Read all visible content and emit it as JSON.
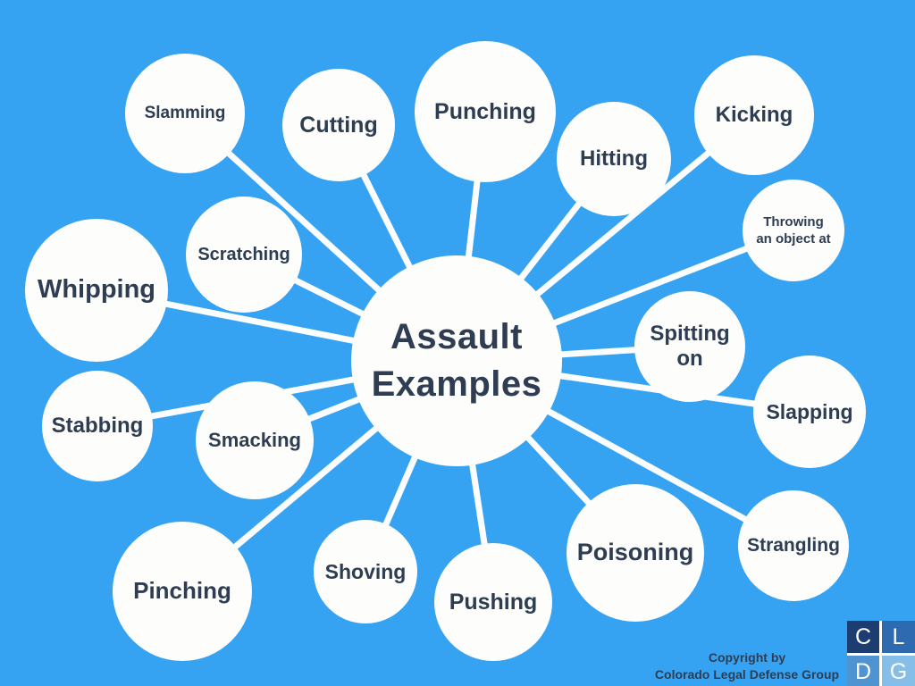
{
  "title": "Assault Examples",
  "colors": {
    "bg": "#36a3f2",
    "bubble": "#fdfdfc",
    "text": "#2e3d51",
    "line": "#fbfdfe",
    "logo_c": "#1d3d70",
    "logo_l": "#2d6ab0",
    "logo_d": "#4f93d0",
    "logo_g": "#85bfe9"
  },
  "center": {
    "label": "Assault Examples"
  },
  "nodes": [
    {
      "label": "Slamming"
    },
    {
      "label": "Cutting"
    },
    {
      "label": "Punching"
    },
    {
      "label": "Hitting"
    },
    {
      "label": "Kicking"
    },
    {
      "label": "Throwing an object at"
    },
    {
      "label": "Spitting on"
    },
    {
      "label": "Slapping"
    },
    {
      "label": "Strangling"
    },
    {
      "label": "Poisoning"
    },
    {
      "label": "Pushing"
    },
    {
      "label": "Shoving"
    },
    {
      "label": "Pinching"
    },
    {
      "label": "Stabbing"
    },
    {
      "label": "Smacking"
    },
    {
      "label": "Whipping"
    },
    {
      "label": "Scratching"
    }
  ],
  "footer": {
    "line1": "Copyright by",
    "line2": "Colorado Legal Defense Group"
  },
  "logo": {
    "letters": [
      "C",
      "L",
      "D",
      "G"
    ]
  }
}
